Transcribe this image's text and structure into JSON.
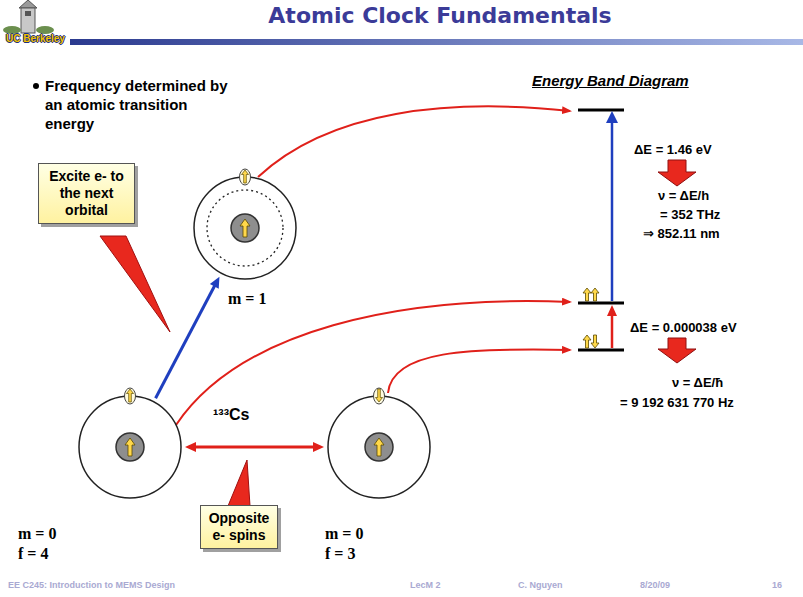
{
  "diagram": {
    "title": "Atomic Clock Fundamentals",
    "nodes": [
      {
        "text": [
          "Excite e- to the next orbital"
        ]
      },
      {
        "text": [
          "m = 1"
        ]
      },
      {
        "text": [
          "m = 0",
          "f = 4"
        ]
      },
      {
        "text": [
          "m = 0",
          "f = 3"
        ]
      },
      {
        "text": [
          "Opposite e- spins"
        ]
      }
    ],
    "edges": [
      {
        "from": 2,
        "to": 1,
        "arrow": "to"
      },
      {
        "from": 2,
        "to": 3,
        "arrow": "both"
      }
    ],
    "labels": [
      "UC Berkeley",
      "Frequency determined by an atomic transition energy",
      "Energy Band Diagram",
      "ΔE = 1.46 eV",
      "ν = ΔE/h",
      "= 352 THz",
      "⇒ 852.11 nm",
      "ΔE = 0.000038 eV",
      "ν = ΔE/ħ",
      "= 9 192 631 770 Hz",
      "¹³³Cs",
      "EE C245: Introduction to MEMS Design",
      "LecM 2",
      "C. Nguyen",
      "8/20/09",
      "16"
    ]
  }
}
